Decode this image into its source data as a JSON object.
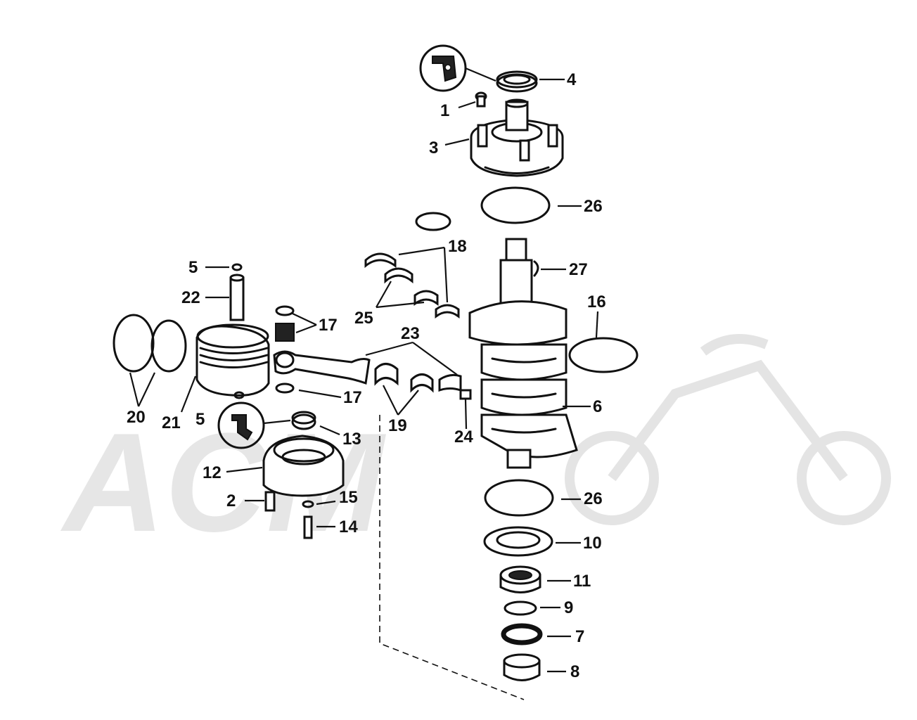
{
  "watermark": {
    "text": "ACM"
  },
  "colors": {
    "ink": "#111111",
    "watermark": "#e6e6e6",
    "background": "#ffffff"
  },
  "icons": {
    "sealant": "sealant-icon",
    "adhesive": "adhesive-icon"
  },
  "labels": [
    {
      "id": "1",
      "text": "1"
    },
    {
      "id": "2",
      "text": "2"
    },
    {
      "id": "3",
      "text": "3"
    },
    {
      "id": "4",
      "text": "4"
    },
    {
      "id": "5a",
      "text": "5"
    },
    {
      "id": "5b",
      "text": "5"
    },
    {
      "id": "6",
      "text": "6"
    },
    {
      "id": "7",
      "text": "7"
    },
    {
      "id": "8",
      "text": "8"
    },
    {
      "id": "9",
      "text": "9"
    },
    {
      "id": "10",
      "text": "10"
    },
    {
      "id": "11",
      "text": "11"
    },
    {
      "id": "12",
      "text": "12"
    },
    {
      "id": "13",
      "text": "13"
    },
    {
      "id": "14",
      "text": "14"
    },
    {
      "id": "15",
      "text": "15"
    },
    {
      "id": "16",
      "text": "16"
    },
    {
      "id": "17a",
      "text": "17"
    },
    {
      "id": "17b",
      "text": "17"
    },
    {
      "id": "18",
      "text": "18"
    },
    {
      "id": "19",
      "text": "19"
    },
    {
      "id": "20",
      "text": "20"
    },
    {
      "id": "21",
      "text": "21"
    },
    {
      "id": "22",
      "text": "22"
    },
    {
      "id": "23",
      "text": "23"
    },
    {
      "id": "24",
      "text": "24"
    },
    {
      "id": "25",
      "text": "25"
    },
    {
      "id": "26a",
      "text": "26"
    },
    {
      "id": "26b",
      "text": "26"
    },
    {
      "id": "27",
      "text": "27"
    }
  ]
}
